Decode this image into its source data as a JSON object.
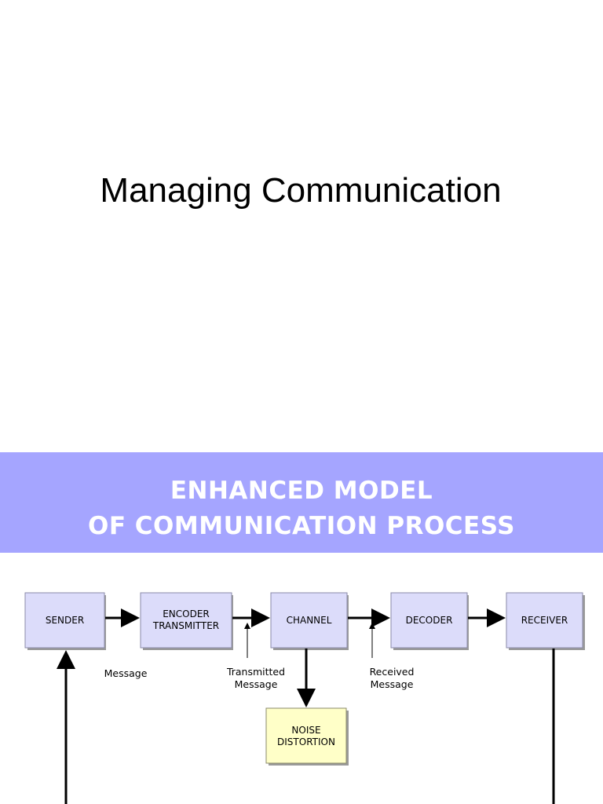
{
  "slide1": {
    "title": "Managing Communication"
  },
  "slide2": {
    "banner_line1": "ENHANCED MODEL",
    "banner_line2": "OF COMMUNICATION PROCESS",
    "nodes": {
      "sender": "SENDER",
      "encoder_line1": "ENCODER",
      "encoder_line2": "TRANSMITTER",
      "channel": "CHANNEL",
      "decoder": "DECODER",
      "receiver": "RECEIVER",
      "noise_line1": "NOISE",
      "noise_line2": "DISTORTION"
    },
    "labels": {
      "message": "Message",
      "transmitted_line1": "Transmitted",
      "transmitted_line2": "Message",
      "received_line1": "Received",
      "received_line2": "Message"
    },
    "colors": {
      "banner": "#a5a5ff",
      "node_fill": "#dcdcfa",
      "noise_fill": "#ffffc8"
    }
  }
}
